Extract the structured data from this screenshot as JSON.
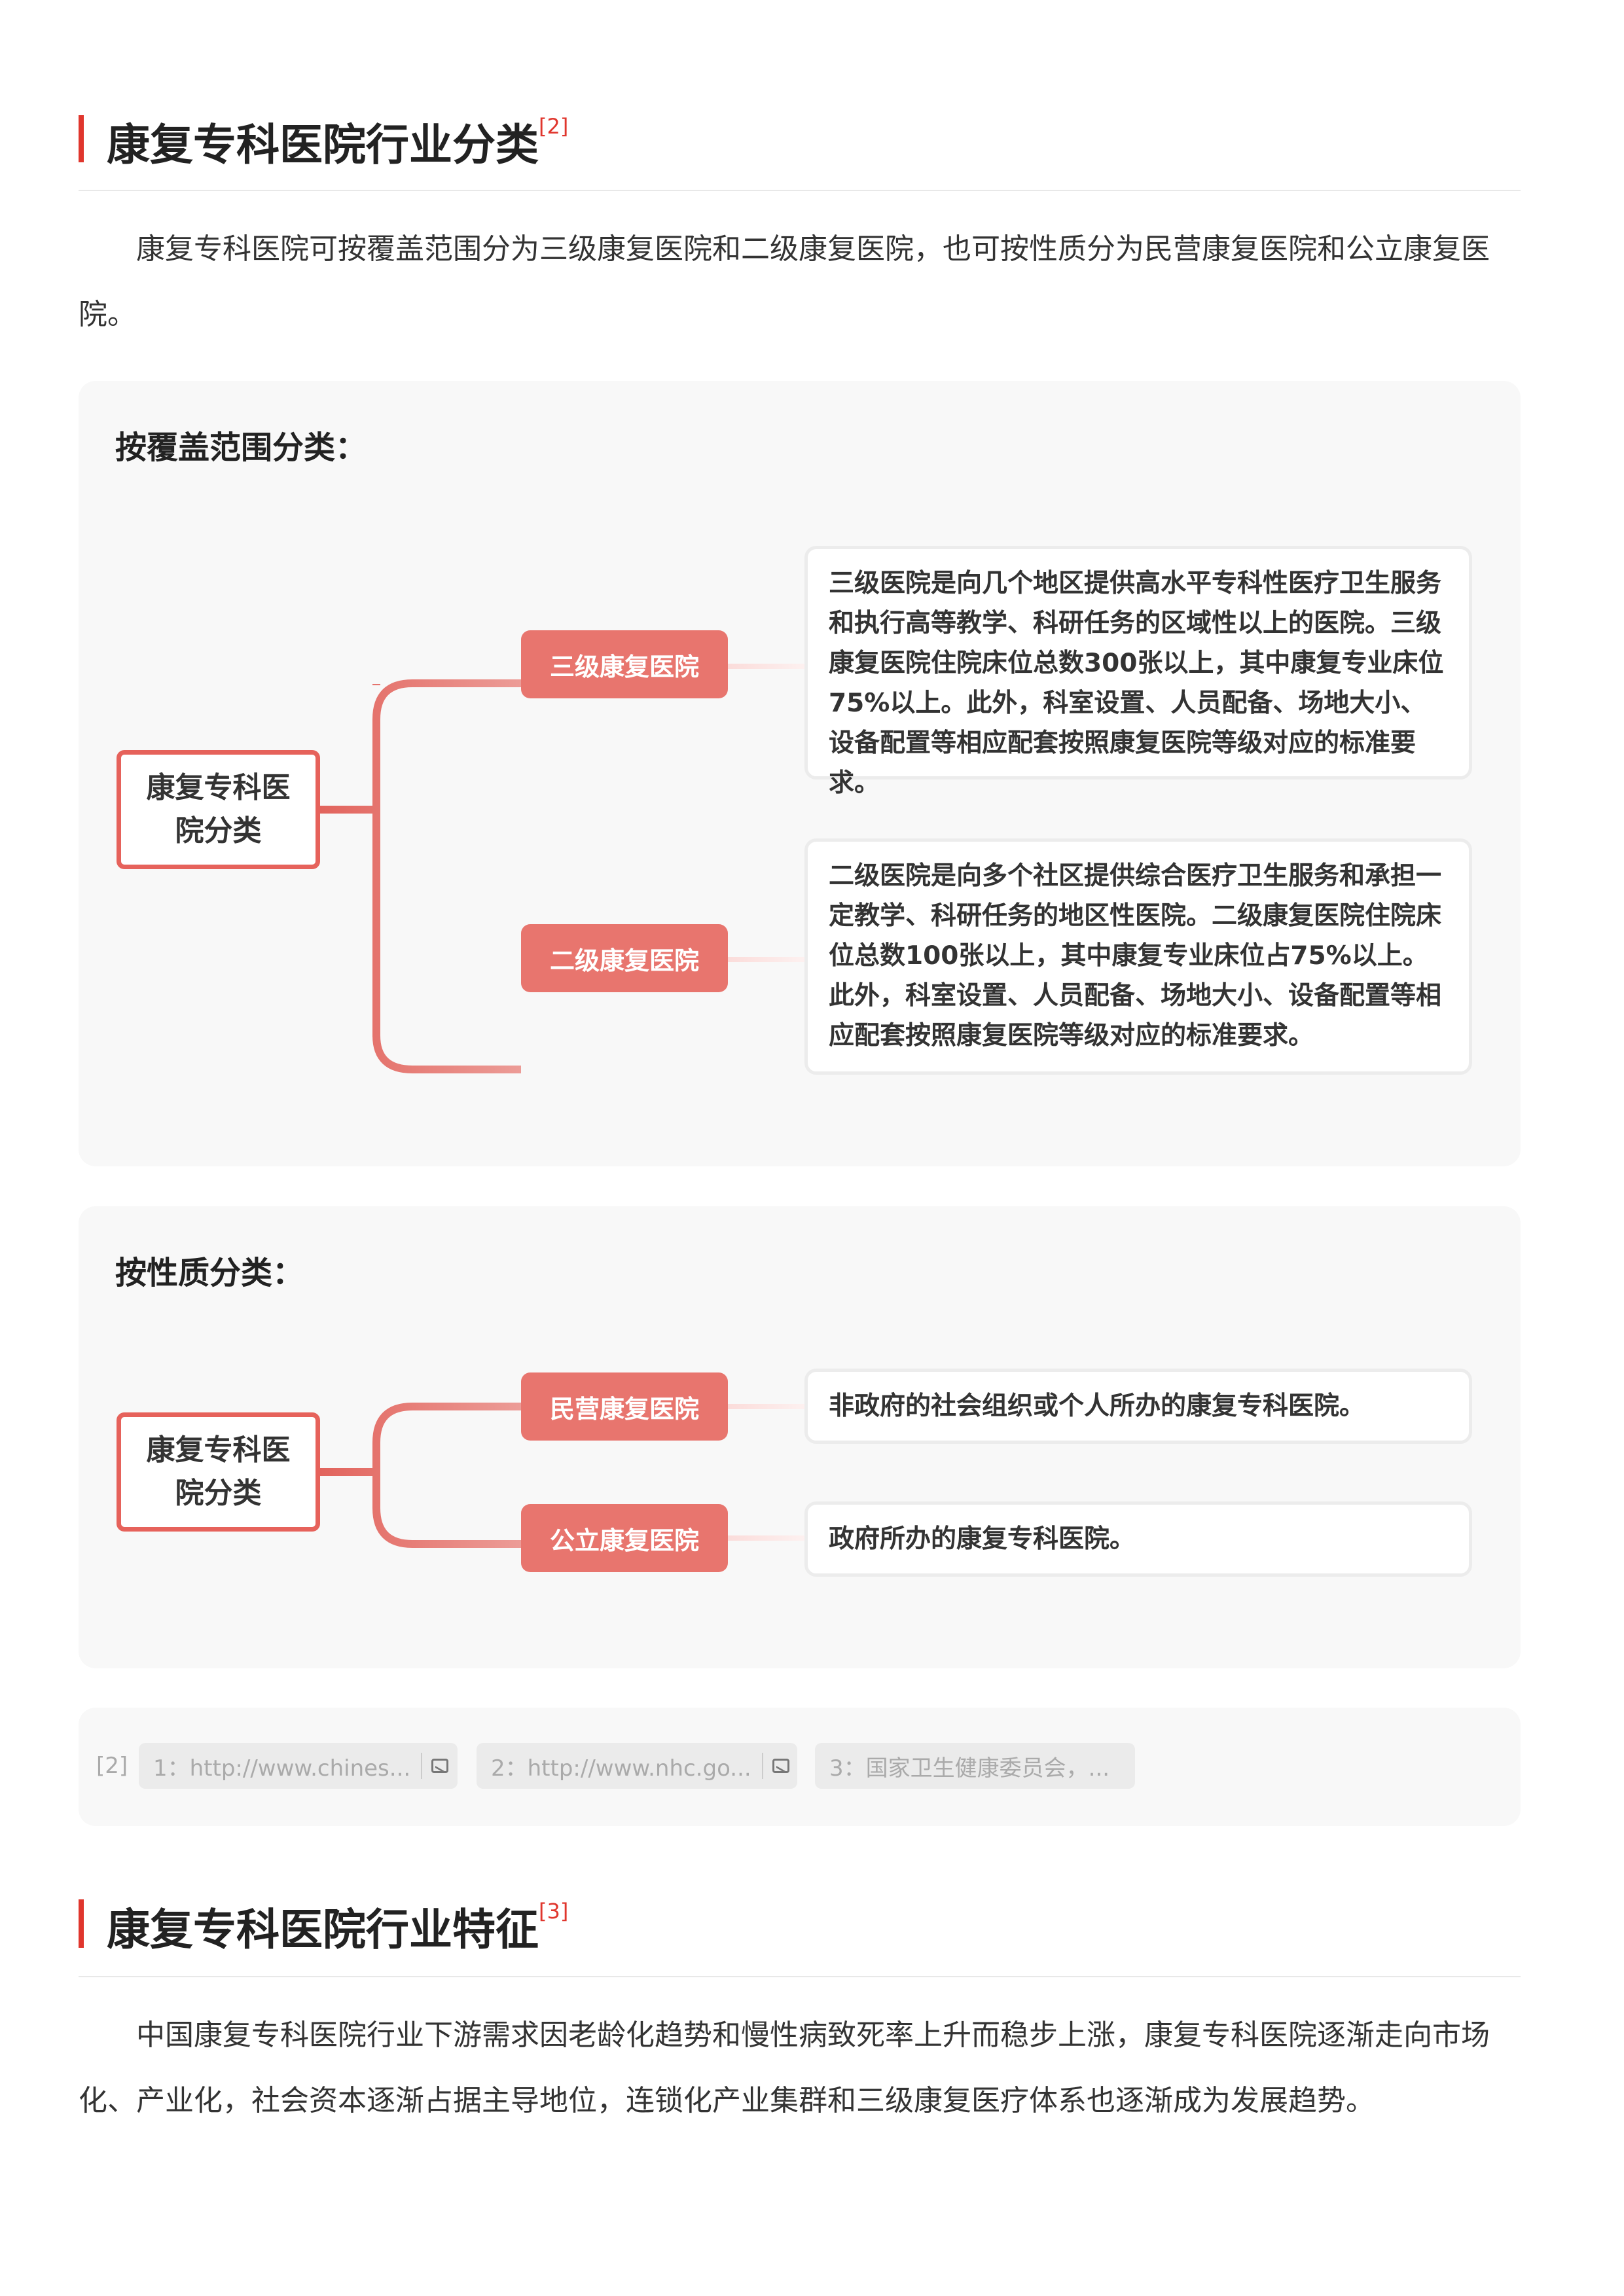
{
  "section1": {
    "title": "康复专科医院行业分类",
    "ref": "[2]",
    "intro": "康复专科医院可按覆盖范围分为三级康复医院和二级康复医院，也可按性质分为民营康复医院和公立康复医院。"
  },
  "panel_scope": {
    "title": "按覆盖范围分类：",
    "root": "康复专科医院分类",
    "nodes": [
      {
        "label": "三级康复医院",
        "desc": "三级医院是向几个地区提供高水平专科性医疗卫生服务和执行高等教学、科研任务的区域性以上的医院。三级康复医院住院床位总数300张以上，其中康复专业床位75%以上。此外，科室设置、人员配备、场地大小、设备配置等相应配套按照康复医院等级对应的标准要求。"
      },
      {
        "label": "二级康复医院",
        "desc": "二级医院是向多个社区提供综合医疗卫生服务和承担一定教学、科研任务的地区性医院。二级康复医院住院床位总数100张以上，其中康复专业床位占75%以上。此外，科室设置、人员配备、场地大小、设备配置等相应配套按照康复医院等级对应的标准要求。"
      }
    ]
  },
  "panel_nature": {
    "title": "按性质分类：",
    "root": "康复专科医院分类",
    "nodes": [
      {
        "label": "民营康复医院",
        "desc": "非政府的社会组织或个人所办的康复专科医院。"
      },
      {
        "label": "公立康复医院",
        "desc": "政府所办的康复专科医院。"
      }
    ]
  },
  "refs": {
    "label": "[2]",
    "items": [
      "1：http://www.chines...",
      "2：http://www.nhc.go...",
      "3：国家卫生健康委员会，..."
    ]
  },
  "section2": {
    "title": "康复专科医院行业特征",
    "ref": "[3]",
    "intro": "中国康复专科医院行业下游需求因老龄化趋势和慢性病致死率上升而稳步上涨，康复专科医院逐渐走向市场化、产业化，社会资本逐渐占据主导地位，连锁化产业集群和三级康复医疗体系也逐渐成为发展趋势。"
  }
}
